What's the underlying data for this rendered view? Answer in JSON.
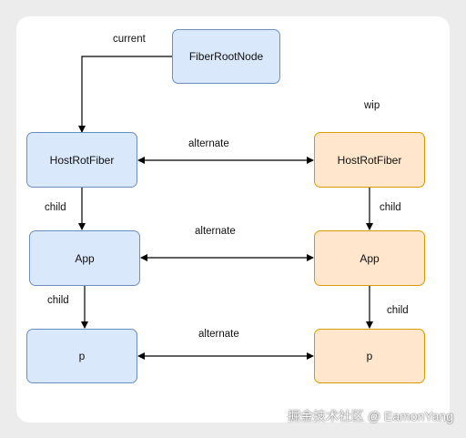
{
  "nodes": {
    "root": "FiberRootNode",
    "current_host": "HostRotFiber",
    "current_app": "App",
    "current_p": "p",
    "wip_host": "HostRotFiber",
    "wip_app": "App",
    "wip_p": "p"
  },
  "labels": {
    "current": "current",
    "wip": "wip",
    "alternate_1": "alternate",
    "alternate_2": "alternate",
    "alternate_3": "alternate",
    "child_left_1": "child",
    "child_left_2": "child",
    "child_right_1": "child",
    "child_right_2": "child"
  },
  "watermark": "掘金技术社区 @ EamonYang",
  "colors": {
    "blue_fill": "#dae8fc",
    "blue_stroke": "#6c8ebf",
    "orange_fill": "#ffe6cc",
    "orange_stroke": "#d79b00"
  }
}
